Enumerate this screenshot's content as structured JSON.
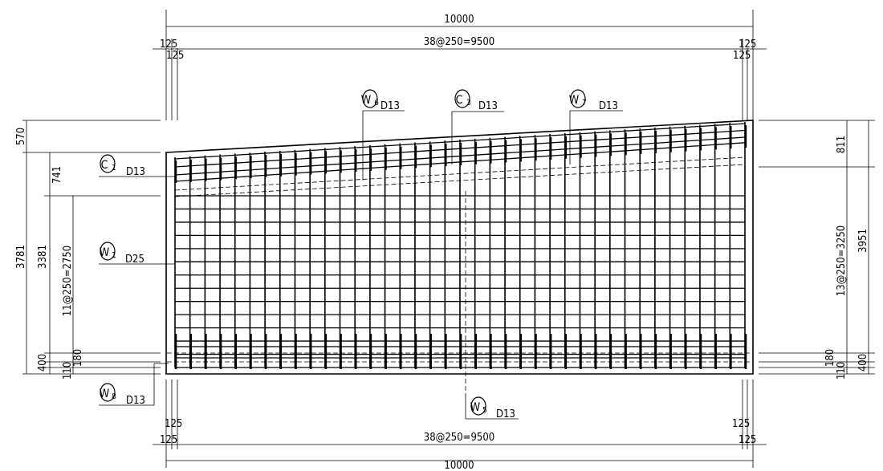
{
  "dimensions": {
    "top_total": "10000",
    "top_spacing": "38@250=9500",
    "top_edge_left": "125",
    "top_edge_left_inner": "125",
    "top_edge_right": "125",
    "top_edge_right_inner": "125",
    "bottom_total": "10000",
    "bottom_spacing": "38@250=9500",
    "bottom_edge_left": "125",
    "bottom_edge_left_inner": "125",
    "bottom_edge_right": "125",
    "bottom_edge_right_inner": "125",
    "left_570": "570",
    "left_741": "741",
    "left_3781": "3781",
    "left_3381": "3381",
    "left_spacing": "11@250=2750",
    "left_400": "400",
    "left_110": "110",
    "left_180": "180",
    "right_811": "811",
    "right_3951": "3951",
    "right_spacing": "13@250=3250",
    "right_400": "400",
    "right_110": "110",
    "right_180": "180"
  },
  "labels": [
    {
      "id": "W6",
      "letter": "W",
      "sub": "6",
      "bar": "D13"
    },
    {
      "id": "C3",
      "letter": "C",
      "sub": "3",
      "bar": "D13"
    },
    {
      "id": "W7",
      "letter": "W",
      "sub": "7",
      "bar": "D13"
    },
    {
      "id": "C1",
      "letter": "C",
      "sub": "1",
      "bar": "D13"
    },
    {
      "id": "W1",
      "letter": "W",
      "sub": "1",
      "bar": "D25"
    },
    {
      "id": "W8",
      "letter": "W",
      "sub": "8",
      "bar": "D13"
    },
    {
      "id": "W5",
      "letter": "W",
      "sub": "5",
      "bar": "D13"
    }
  ],
  "grid": {
    "vertical_bar_count": 39,
    "horizontal_bar_count": 14
  }
}
